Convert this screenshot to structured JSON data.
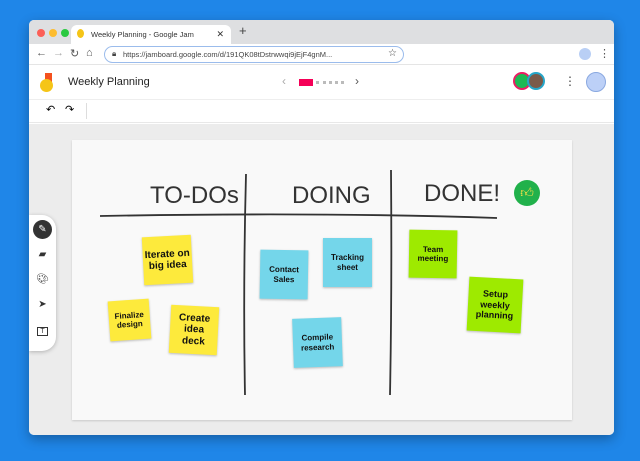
{
  "browser": {
    "tab_title": "Weekly Planning - Google Jam",
    "url": "https://jamboard.google.com/d/191QK08tDstrwwqi9jEjF4gnM..."
  },
  "app": {
    "title": "Weekly Planning"
  },
  "board": {
    "headers": [
      "TO-DOs",
      "DOING",
      "DONE!"
    ],
    "notes": [
      {
        "text": "Iterate on big idea",
        "color": "#fdea3c"
      },
      {
        "text": "Finalize design",
        "color": "#fdea3c"
      },
      {
        "text": "Create idea deck",
        "color": "#fdea3c"
      },
      {
        "text": "Contact Sales",
        "color": "#74d6ea"
      },
      {
        "text": "Tracking sheet",
        "color": "#74d6ea"
      },
      {
        "text": "Compile research",
        "color": "#74d6ea"
      },
      {
        "text": "Team meeting",
        "color": "#9eea00"
      },
      {
        "text": "Setup weekly planning",
        "color": "#9eea00"
      }
    ]
  }
}
